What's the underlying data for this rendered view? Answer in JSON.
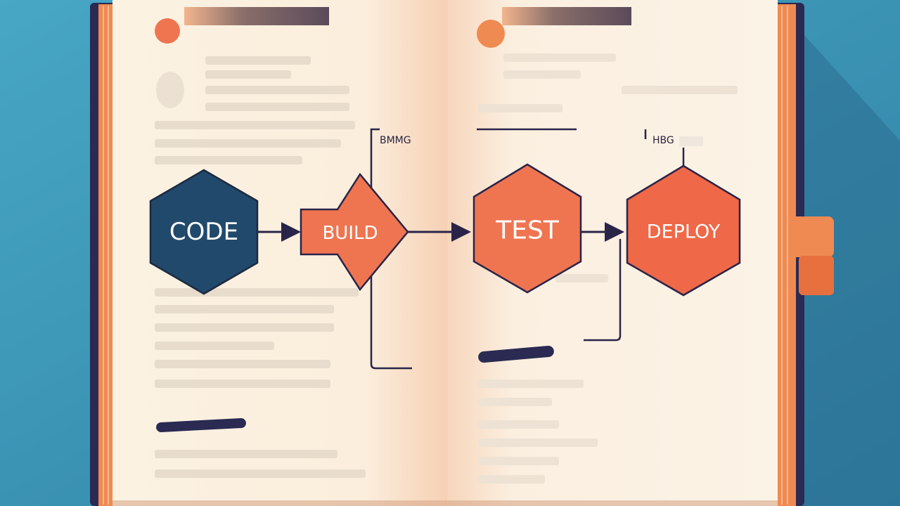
{
  "flow": {
    "code": "CODE",
    "build": "BUILD",
    "test": "TEST",
    "deploy": "DEPLOY"
  },
  "notes": {
    "build_note": "BMMG",
    "deploy_note": "HBG"
  },
  "colors": {
    "background": "#3f9ab8",
    "page": "#fbf1e2",
    "code_node": "#21496b",
    "pipeline_node": "#ef7551",
    "connector": "#2a2448",
    "ribbon": "#ef8a52"
  }
}
